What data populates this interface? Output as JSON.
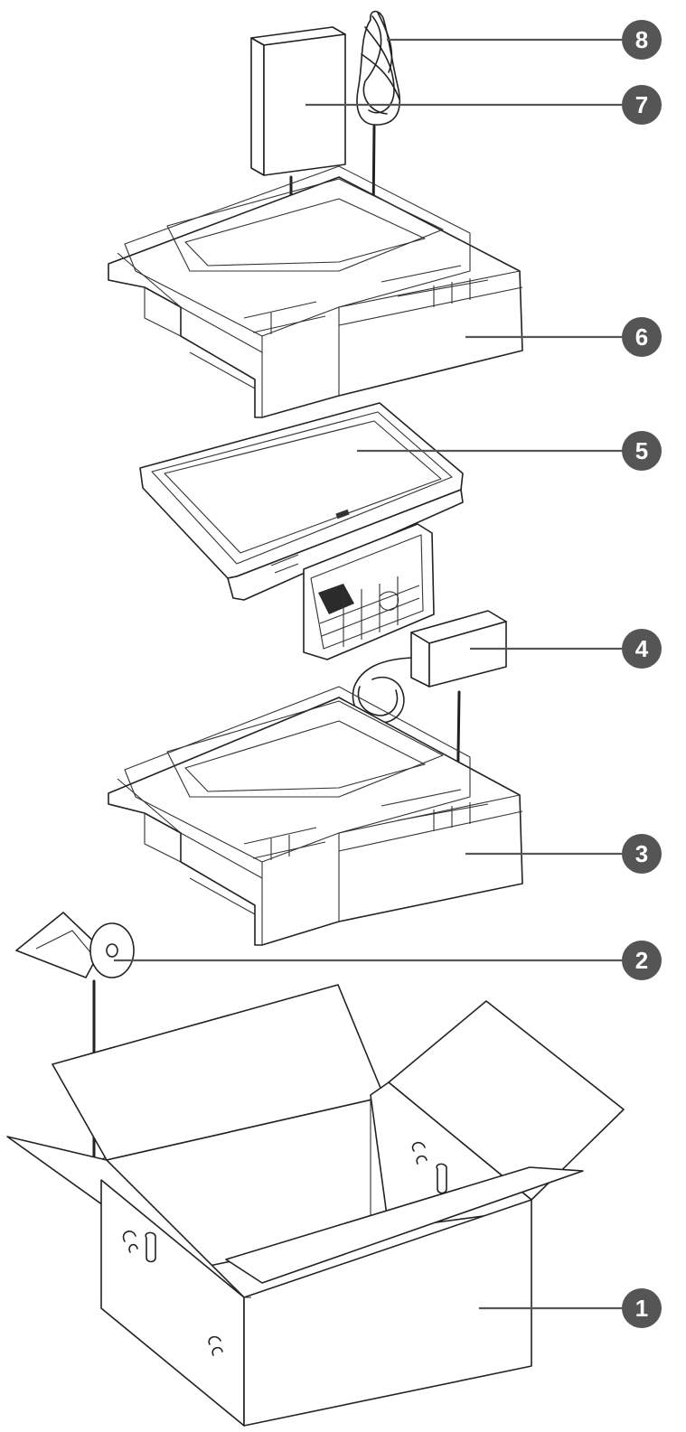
{
  "callouts": [
    {
      "number": "1"
    },
    {
      "number": "2"
    },
    {
      "number": "3"
    },
    {
      "number": "4"
    },
    {
      "number": "5"
    },
    {
      "number": "6"
    },
    {
      "number": "7"
    },
    {
      "number": "8"
    }
  ],
  "colors": {
    "badge": "#555555",
    "line": "#222222",
    "background": "#ffffff"
  }
}
